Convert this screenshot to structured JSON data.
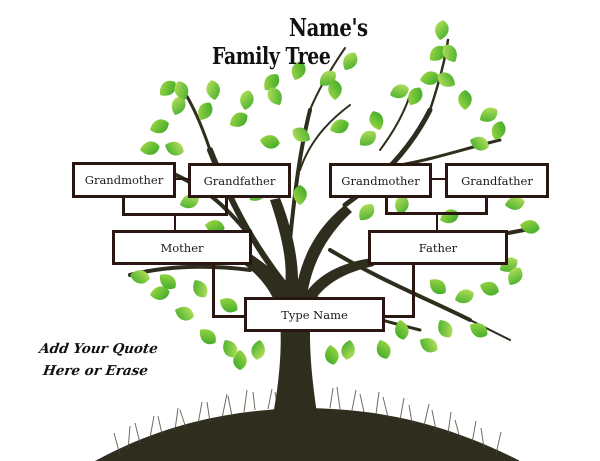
{
  "title": {
    "line1": "Name's",
    "line2": "Family Tree"
  },
  "tree": {
    "boxes": {
      "maternal_grandmother": "Grandmother",
      "maternal_grandfather": "Grandfather",
      "paternal_grandmother": "Grandmother",
      "paternal_grandfather": "Grandfather",
      "mother": "Mother",
      "father": "Father",
      "self": "Type Name"
    }
  },
  "quote": {
    "line1": "Add Your Quote",
    "line2": "Here or Erase"
  },
  "colors": {
    "trunk": "#2f2e1e",
    "leaf_dark": "#3aa829",
    "leaf_light": "#a9dc48",
    "box_border": "#2a1712",
    "box_fill": "#ffffff",
    "text": "#111111"
  }
}
